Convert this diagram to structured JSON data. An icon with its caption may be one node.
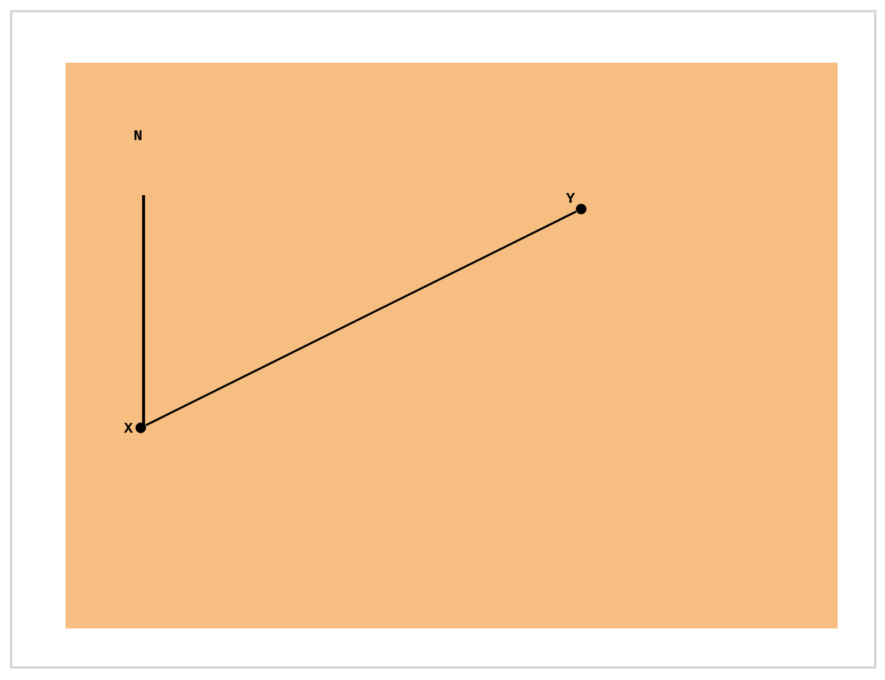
{
  "diagram": {
    "nodes": [
      {
        "text": [],
        "shape": "circle",
        "beside": [
          "X"
        ]
      },
      {
        "text": [],
        "shape": "circle",
        "beside": [
          "Y"
        ]
      }
    ],
    "edges": [
      {
        "from": 0,
        "to": 1,
        "arrow": "none"
      }
    ],
    "labels": [
      "N"
    ]
  }
}
